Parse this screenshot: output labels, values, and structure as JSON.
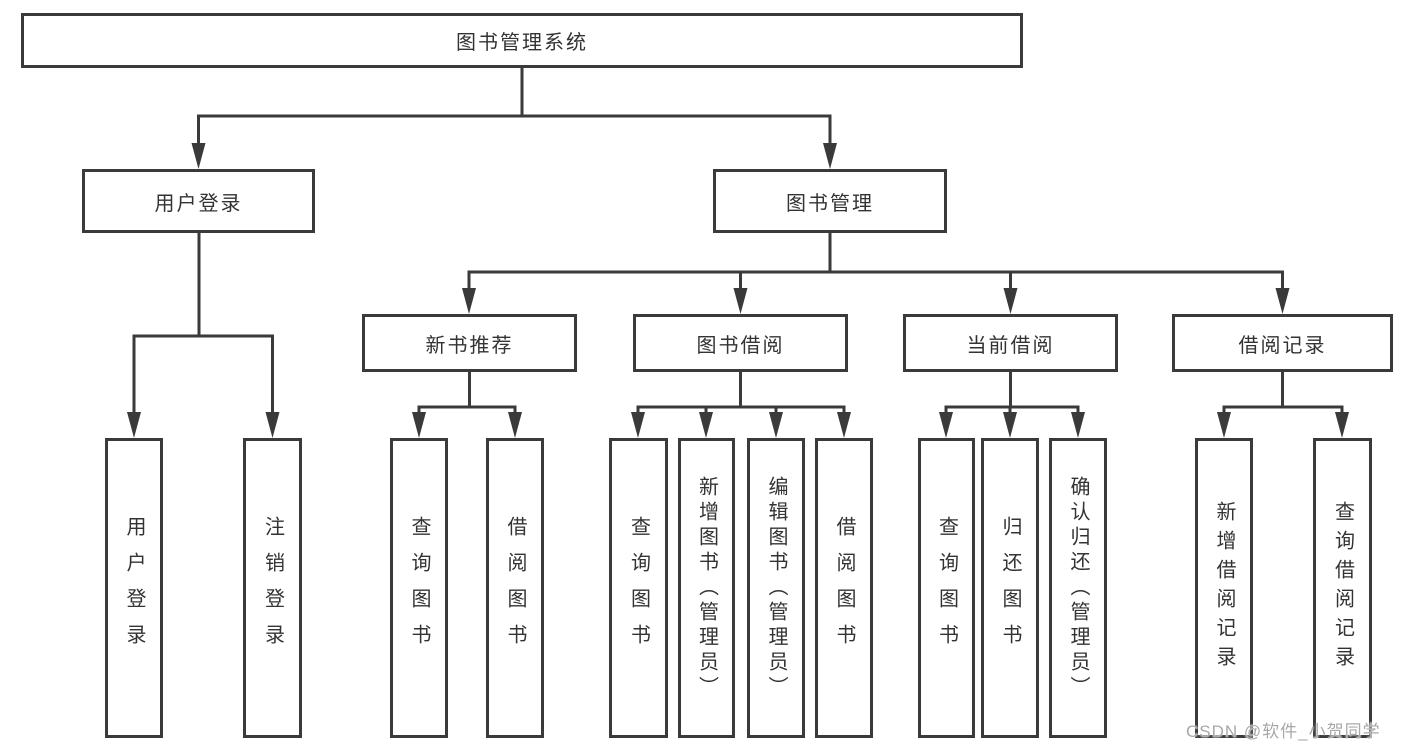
{
  "diagram_type": "hierarchy-tree",
  "colors": {
    "line-color": "#3a3a3a",
    "text-color": "#333333",
    "bg-color": "#ffffff",
    "watermark-color": "#a8a8a8"
  },
  "tree": {
    "root": {
      "label": "图书管理系统",
      "children": [
        {
          "label": "用户登录",
          "children": [
            {
              "label": "用户登录"
            },
            {
              "label": "注销登录"
            }
          ]
        },
        {
          "label": "图书管理",
          "children": [
            {
              "label": "新书推荐",
              "children": [
                {
                  "label": "查询图书"
                },
                {
                  "label": "借阅图书"
                }
              ]
            },
            {
              "label": "图书借阅",
              "children": [
                {
                  "label": "查询图书"
                },
                {
                  "label": "新增图书（管理员）"
                },
                {
                  "label": "编辑图书（管理员）"
                },
                {
                  "label": "借阅图书"
                }
              ]
            },
            {
              "label": "当前借阅",
              "children": [
                {
                  "label": "查询图书"
                },
                {
                  "label": "归还图书"
                },
                {
                  "label": "确认归还（管理员）"
                }
              ]
            },
            {
              "label": "借阅记录",
              "children": [
                {
                  "label": "新增借阅记录"
                },
                {
                  "label": "查询借阅记录"
                }
              ]
            }
          ]
        }
      ]
    }
  },
  "watermark": {
    "text": "CSDN @软件_小贺同学"
  }
}
